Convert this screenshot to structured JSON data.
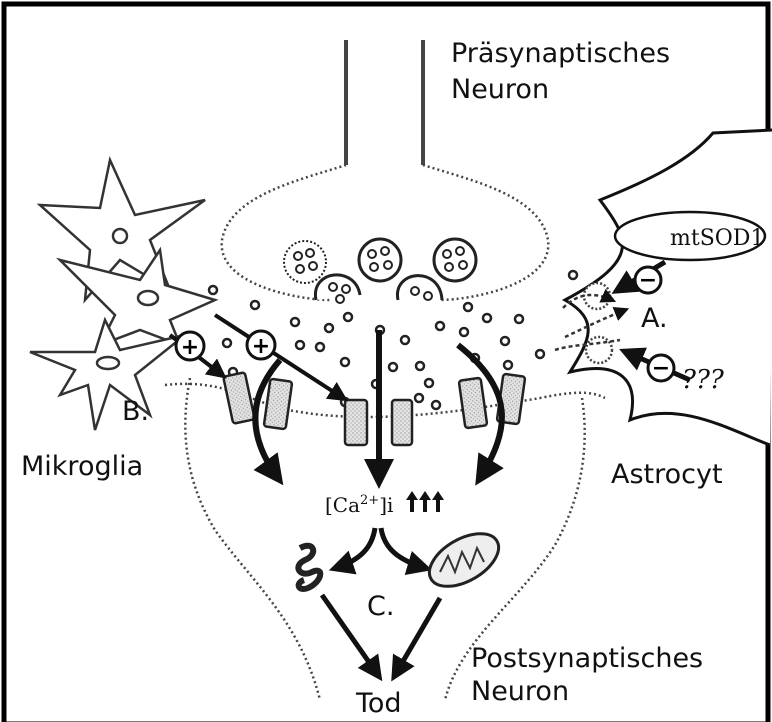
{
  "labels": {
    "presynaptic_line1": "Präsynaptisches",
    "presynaptic_line2": "Neuron",
    "postsynaptic_line1": "Postsynaptisches",
    "postsynaptic_line2": "Neuron",
    "label_a": "A.",
    "label_b": "B.",
    "label_c": "C.",
    "microglia": "Mikroglia",
    "astrocyte": "Astrocyt",
    "death": "Tod",
    "mtsod1": "mtSOD1",
    "unknown": "???",
    "calcium_base": "[Ca",
    "calcium_sup": "2+",
    "calcium_rest": "]i",
    "plus_sign": "+",
    "minus_sign": "−"
  }
}
